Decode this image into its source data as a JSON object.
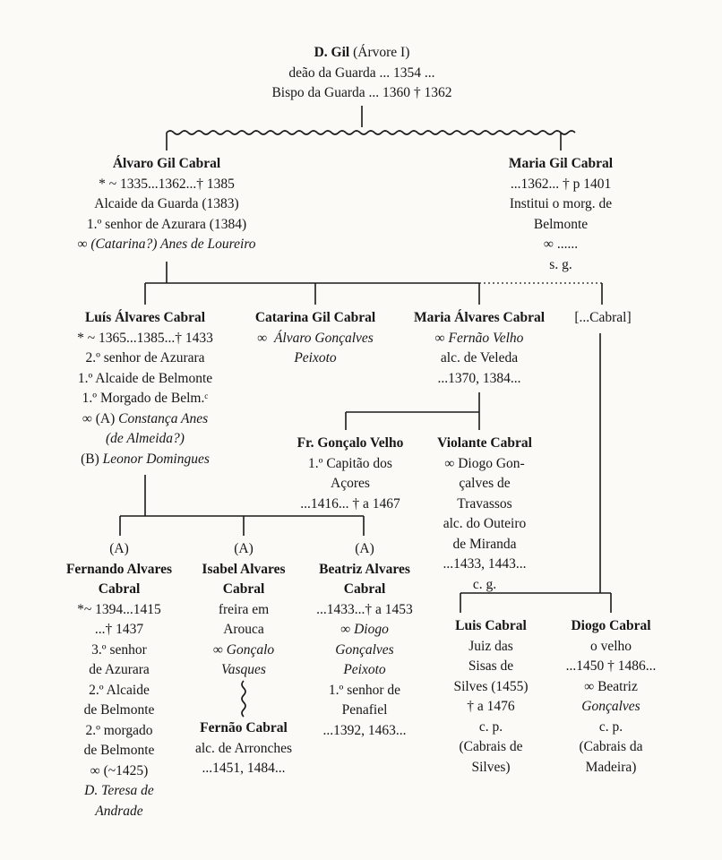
{
  "root": {
    "name": "D. Gil",
    "ref": "(Árvore I)",
    "lines": [
      "deão da Guarda ... 1354 ...",
      "Bispo da Guarda ... 1360 † 1362"
    ]
  },
  "gen1": [
    {
      "name": "Álvaro Gil Cabral",
      "lines": [
        "* ~ 1335...1362...† 1385",
        "Alcaide da Guarda (1383)",
        "1.º senhor de Azurara (1384)"
      ],
      "spouse_prefix": "∞",
      "spouse": "(Catarina?) Anes de Loureiro"
    },
    {
      "name": "Maria Gil Cabral",
      "lines": [
        "...1362...  † p 1401",
        "Institui o morg. de",
        "Belmonte",
        "∞  ......",
        "s. g."
      ]
    }
  ],
  "gen2": [
    {
      "name": "Luís Álvares Cabral",
      "lines": [
        "* ~ 1365...1385...† 1433",
        "2.º senhor de Azurara",
        "1.º Alcaide de Belmonte",
        "1.º Morgado de Belm.ᶜ"
      ],
      "spouse_a_prefix": "∞  (A)",
      "spouse_a_1": "Constança Anes",
      "spouse_a_2": "(de Almeida?)",
      "spouse_b_prefix": "(B)",
      "spouse_b": "Leonor Domingues"
    },
    {
      "name": "Catarina Gil Cabral",
      "spouse_prefix": "∞",
      "spouse_1": "Álvaro Gonçalves",
      "spouse_2": "Peixoto"
    },
    {
      "name": "Maria Álvares Cabral",
      "spouse_prefix": "∞",
      "spouse_1": "Fernão Velho",
      "lines": [
        "alc. de Veleda",
        "...1370, 1384..."
      ]
    },
    {
      "name": "[...Cabral]"
    }
  ],
  "gen3_velho": [
    {
      "name": "Fr. Gonçalo Velho",
      "lines": [
        "1.º Capitão dos",
        "Açores",
        "...1416... † a 1467"
      ]
    },
    {
      "name": "Violante Cabral",
      "spouse_prefix": "∞",
      "lines": [
        "Diogo Gon-",
        "çalves de",
        "Travassos",
        "alc. do Outeiro",
        "de Miranda",
        "...1433, 1443...",
        "c. g."
      ]
    }
  ],
  "gen3_luis": [
    {
      "mark": "(A)",
      "name_1": "Fernando Alvares",
      "name_2": "Cabral",
      "lines": [
        "*~ 1394...1415",
        "...† 1437",
        "3.º senhor",
        "de Azurara",
        "2.º Alcaide",
        "de Belmonte",
        "2.º morgado",
        "de Belmonte",
        "∞ (~1425)"
      ],
      "spouse_1": "D. Teresa de",
      "spouse_2": "Andrade"
    },
    {
      "mark": "(A)",
      "name_1": "Isabel Alvares",
      "name_2": "Cabral",
      "lines": [
        "freira em",
        "Arouca"
      ],
      "spouse_prefix": "∞",
      "spouse_1": "Gonçalo",
      "spouse_2": "Vasques",
      "child": {
        "name": "Fernão Cabral",
        "lines": [
          "alc. de Arronches",
          "...1451, 1484..."
        ]
      }
    },
    {
      "mark": "(A)",
      "name_1": "Beatriz Alvares",
      "name_2": "Cabral",
      "lines_top": [
        "...1433...† a 1453"
      ],
      "spouse_prefix": "∞",
      "spouse_1": "Diogo",
      "spouse_2": "Gonçalves",
      "spouse_3": "Peixoto",
      "lines": [
        "1.º senhor de",
        "Penafiel",
        "...1392, 1463..."
      ]
    }
  ],
  "gen4_violante": [
    {
      "name": "Luis Cabral",
      "lines": [
        "Juiz das",
        "Sisas de",
        "Silves (1455)",
        "† a 1476",
        "c. p.",
        "(Cabrais de",
        "Silves)"
      ]
    },
    {
      "name": "Diogo Cabral",
      "lines": [
        "o velho",
        "...1450 † 1486..."
      ],
      "spouse_prefix": "∞",
      "spouse_1": "Beatriz",
      "spouse_2": "Gonçalves",
      "lines_after": [
        "c. p.",
        "(Cabrais da",
        "Madeira)"
      ]
    }
  ]
}
